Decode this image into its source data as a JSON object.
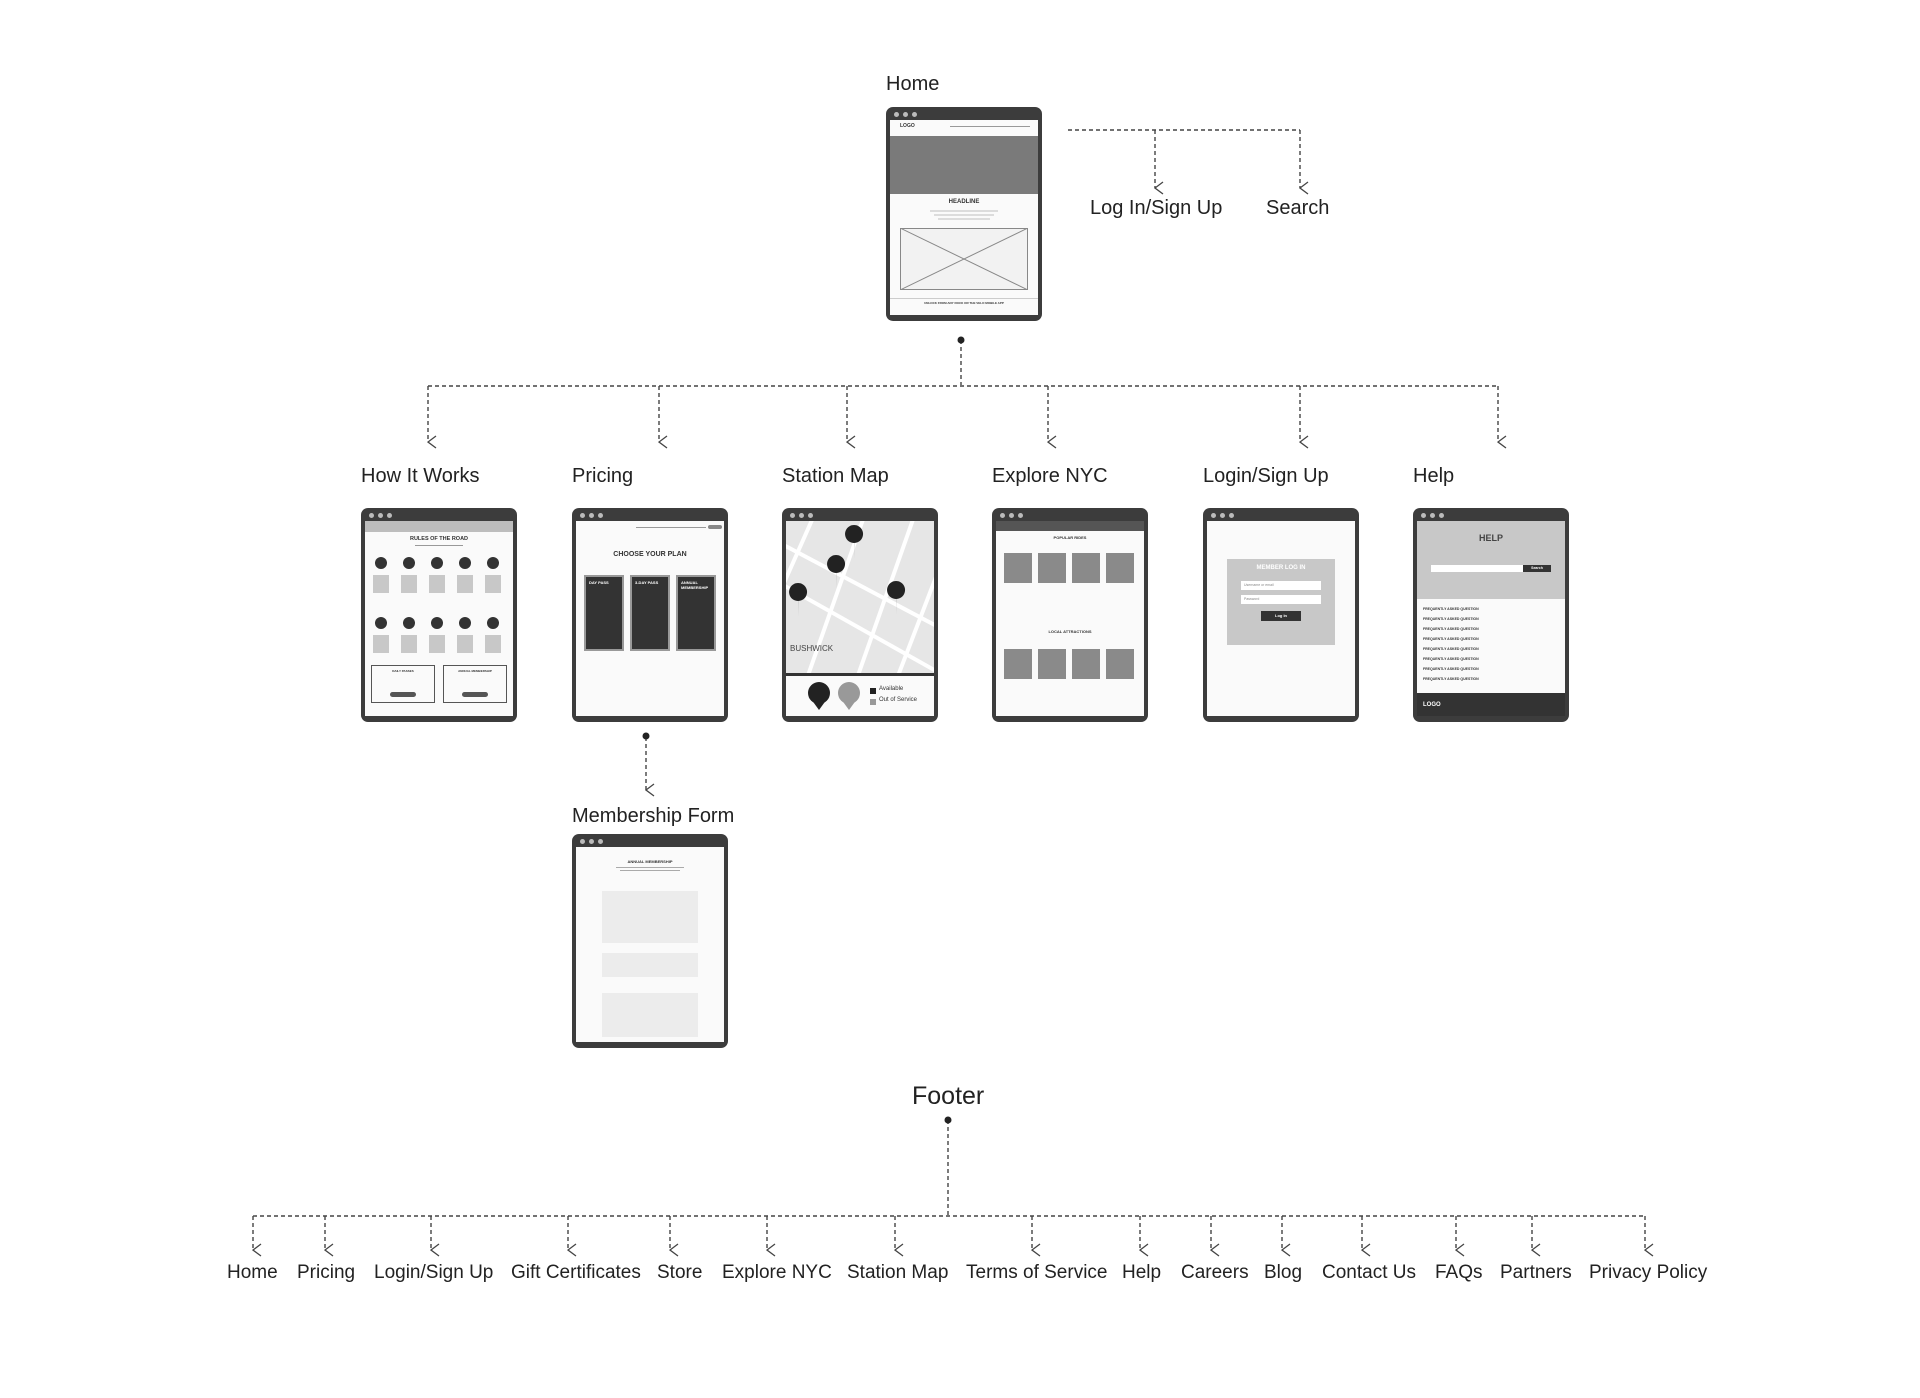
{
  "home": {
    "label": "Home",
    "preview": {
      "logo": "LOGO",
      "headline": "HEADLINE",
      "cta": "UNLOCK FROM ANY DOCK OR THE VELO MOBILE APP"
    },
    "children": [
      "Log In/Sign Up",
      "Search"
    ]
  },
  "pages": [
    {
      "label": "How It Works",
      "preview_title": "RULES OF THE ROAD",
      "cards": [
        "DAILY PASSES",
        "ANNUAL MEMBERSHIP"
      ]
    },
    {
      "label": "Pricing",
      "preview_title": "CHOOSE YOUR PLAN",
      "plans": [
        "DAY PASS",
        "3-DAY PASS",
        "ANNUAL MEMBERSHIP"
      ],
      "child": "Membership Form"
    },
    {
      "label": "Station Map",
      "legend": [
        "Available",
        "Out of Service"
      ],
      "area": "BUSHWICK"
    },
    {
      "label": "Explore NYC",
      "sections": [
        "POPULAR RIDES",
        "LOCAL ATTRACTIONS"
      ]
    },
    {
      "label": "Login/Sign Up",
      "preview_title": "MEMBER LOG IN",
      "fields": [
        "Username or email",
        "Password"
      ],
      "button": "Log In"
    },
    {
      "label": "Help",
      "preview_title": "HELP",
      "search_button": "Search",
      "faq_item": "FREQUENTLY ASKED QUESTION",
      "logo": "LOGO"
    }
  ],
  "membership_form": {
    "label": "Membership Form",
    "preview_title": "ANNUAL MEMBERSHIP"
  },
  "footer": {
    "title": "Footer",
    "links": [
      "Home",
      "Pricing",
      "Login/Sign Up",
      "Gift Certificates",
      "Store",
      "Explore NYC",
      "Station Map",
      "Terms of Service",
      "Help",
      "Careers",
      "Blog",
      "Contact Us",
      "FAQs",
      "Partners",
      "Privacy Policy"
    ]
  }
}
